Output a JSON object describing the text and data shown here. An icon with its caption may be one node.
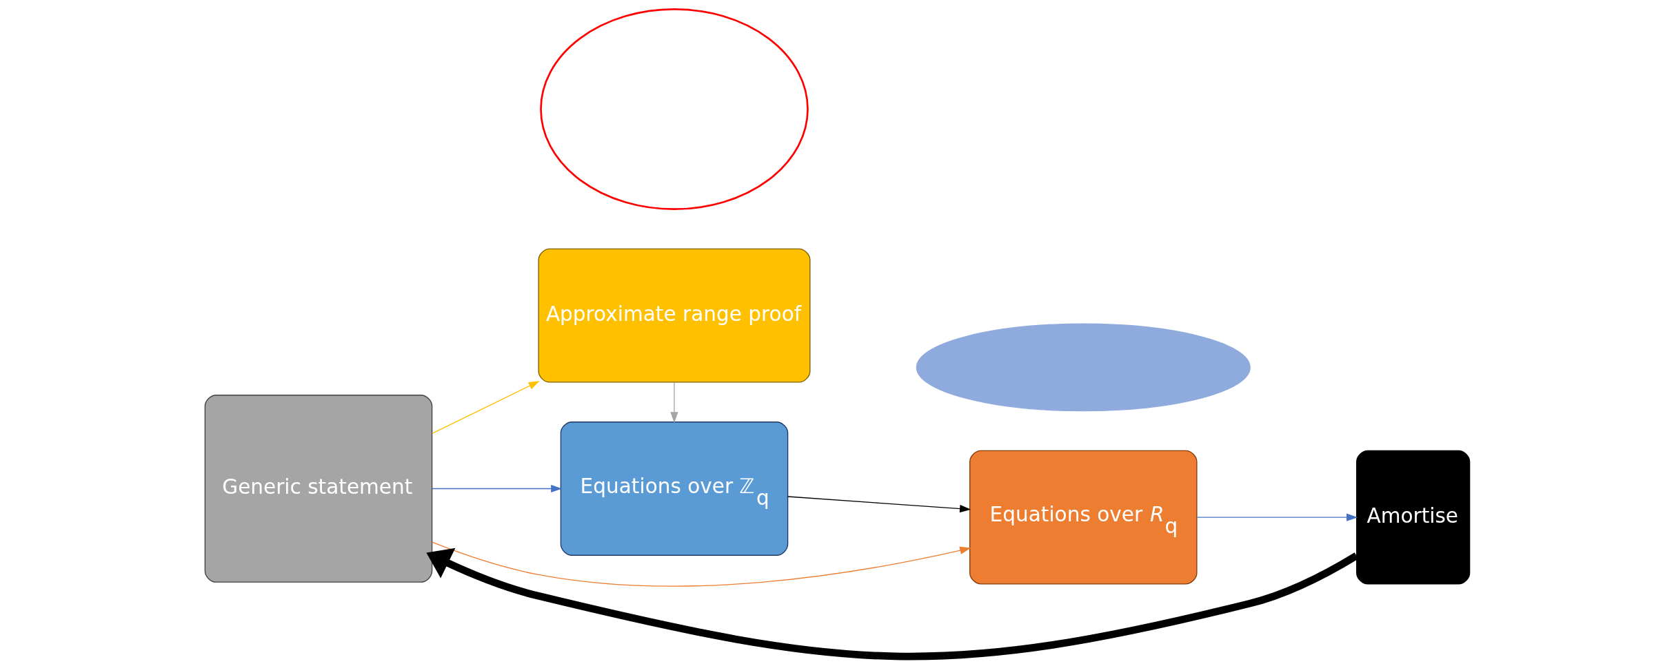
{
  "diagram": {
    "nodes": [
      {
        "text": [
          "Generic statement"
        ]
      },
      {
        "text": [
          "Approximate range proof"
        ]
      },
      {
        "text": [
          "Equations over ℤ$_{q}$"
        ]
      },
      {
        "text": [
          "Equations over *R*$_{q}$"
        ]
      },
      {
        "text": [
          "Amortise"
        ]
      },
      {
        "text": [],
        "shape": "cloud"
      },
      {
        "text": [],
        "shape": "ellipse"
      }
    ],
    "edges": [
      {
        "from": 0,
        "to": 1,
        "arrow": "to",
        "color": "#ffc000"
      },
      {
        "from": 0,
        "to": 3,
        "arrow": "to",
        "color": "#ed7d31"
      },
      {
        "from": 0,
        "to": 2,
        "arrow": "to",
        "color": "#4472c4"
      },
      {
        "from": 1,
        "to": 2,
        "arrow": "to",
        "color": "#a5a5a5"
      },
      {
        "from": 2,
        "to": 3,
        "arrow": "to",
        "color": "#000000"
      },
      {
        "from": 3,
        "to": 4,
        "arrow": "to",
        "color": "#4472c4"
      },
      {
        "from": 4,
        "to": 0,
        "arrow": "to",
        "style": "thick",
        "color": "#000000"
      }
    ]
  }
}
